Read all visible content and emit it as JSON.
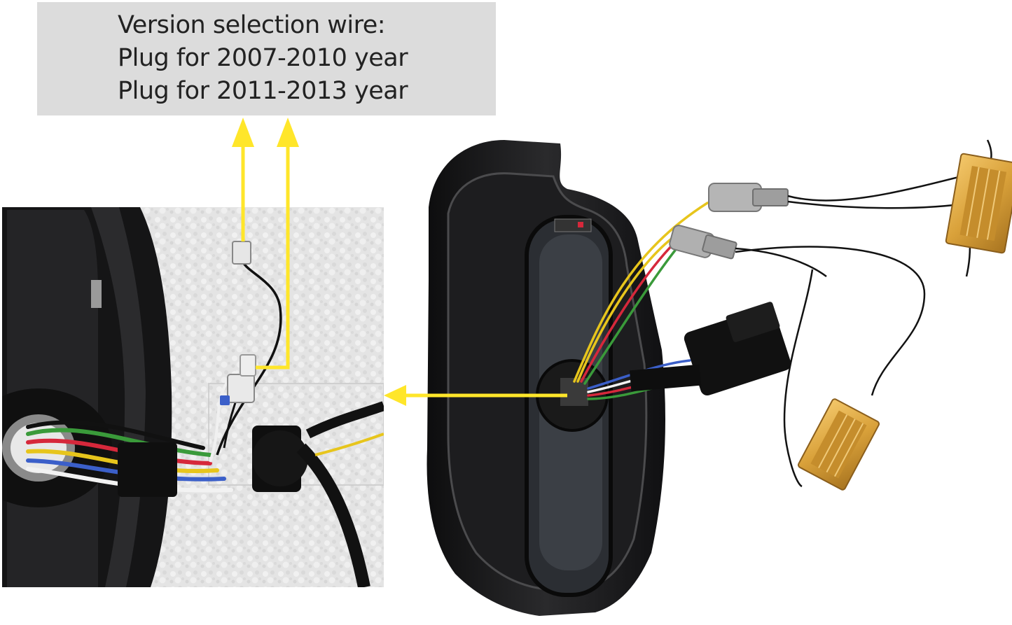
{
  "callout": {
    "title": "Version selection wire:",
    "line1": "Plug for 2007-2010 year",
    "line2": "Plug for 2011-2013 year"
  },
  "colors": {
    "arrow": "#ffe62a",
    "callout_bg": "#dcdcdc",
    "housing": "#1c1c1e",
    "foam": "#e6e6e6",
    "resistor_gold": "#d9a13a",
    "wire_red": "#d6283b",
    "wire_yellow": "#e7c51c",
    "wire_green": "#3a9a3a",
    "wire_blue": "#3b5fc9",
    "wire_white": "#f2f2f2",
    "wire_black": "#111111"
  }
}
